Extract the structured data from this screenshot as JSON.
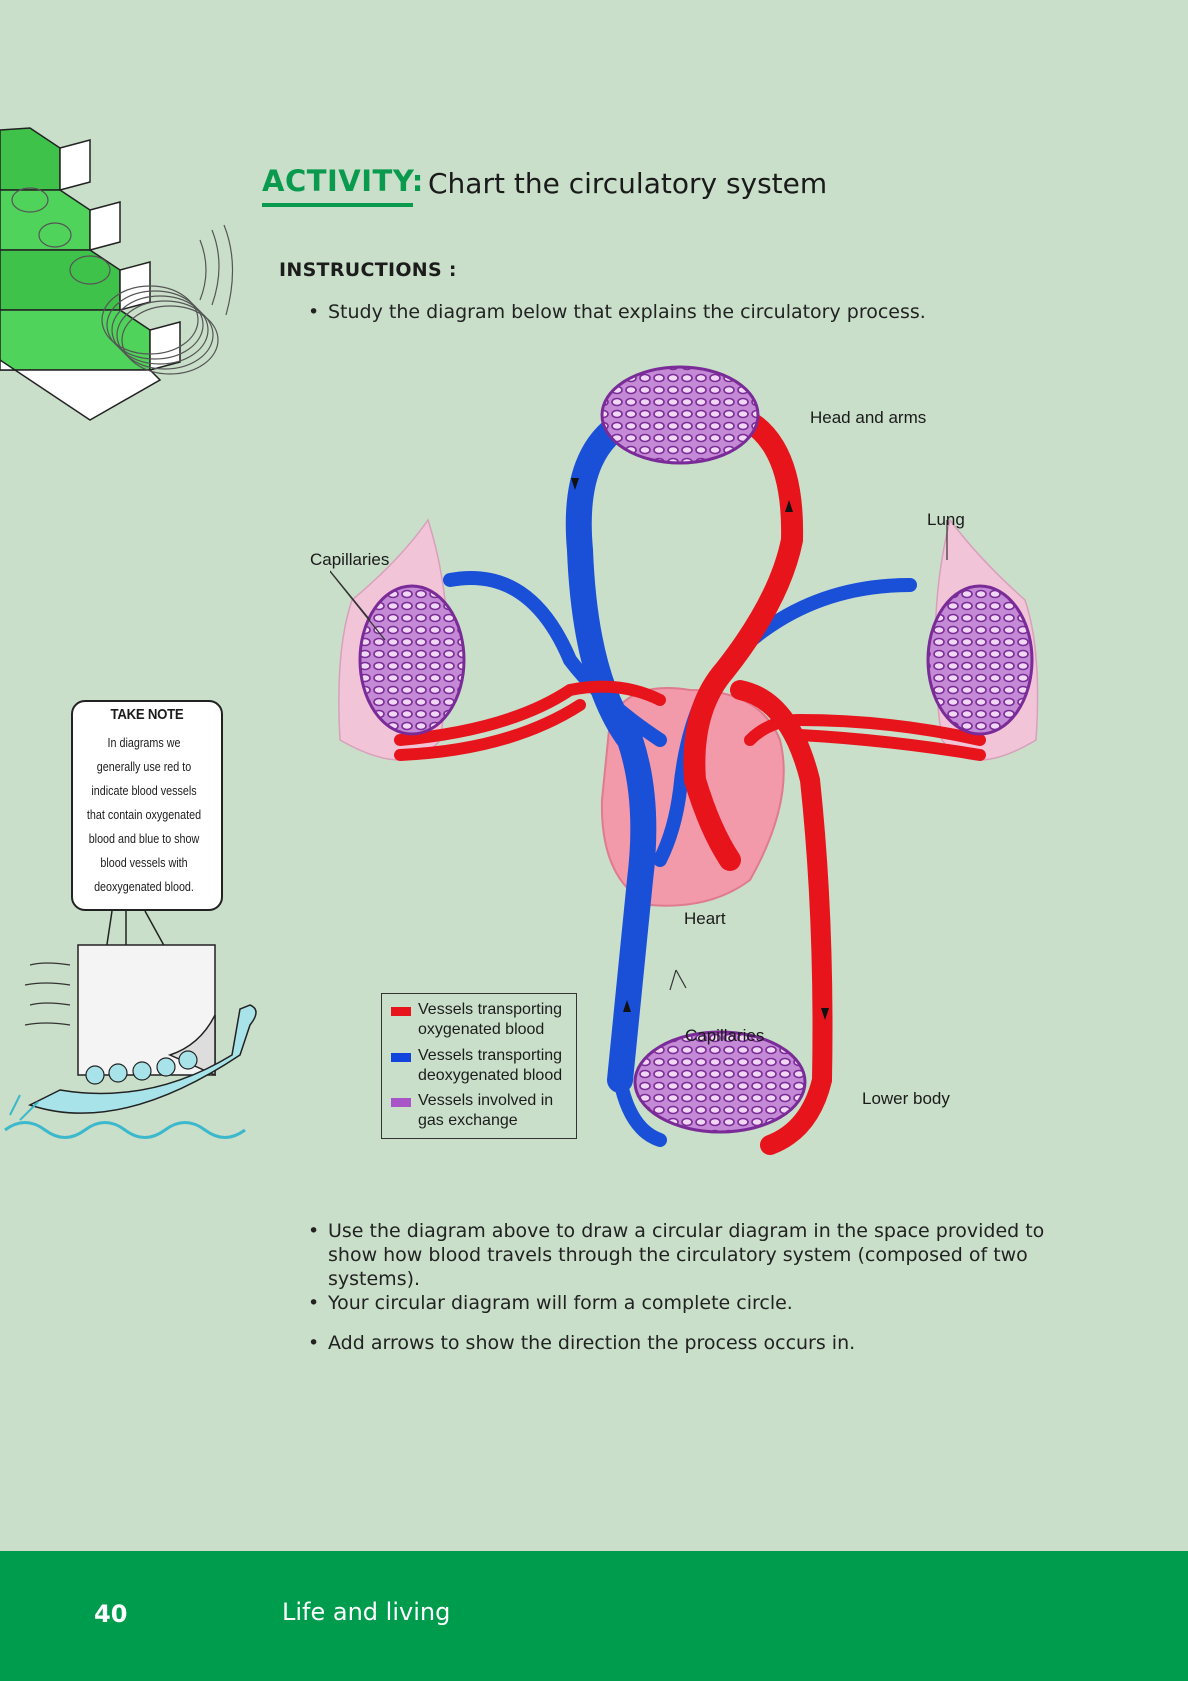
{
  "heading": {
    "activity_label": "ACTIVITY:",
    "title": "Chart the circulatory system"
  },
  "instructions": {
    "heading": "INSTRUCTIONS :",
    "intro_bullet": "Study the diagram below that explains the circulatory process.",
    "bullets": [
      "Use the diagram above to draw a circular diagram in the space provided to",
      "show how blood travels through the circulatory system (composed of two",
      "systems).",
      "Your circular diagram will form a complete circle.",
      "Add arrows to show the direction the process occurs in."
    ]
  },
  "take_note": {
    "title": "TAKE NOTE",
    "lines": [
      "In diagrams we",
      "generally use red to",
      "indicate blood vessels",
      "that contain oxygenated",
      "blood and blue to show",
      "blood vessels with",
      "deoxygenated blood."
    ]
  },
  "diagram": {
    "labels": {
      "head_and_arms": "Head and arms",
      "lung": "Lung",
      "capillaries_top": "Capillaries",
      "heart": "Heart",
      "capillaries_bottom": "Capillaries",
      "lower_body": "Lower body"
    },
    "legend": [
      {
        "color": "#e8141c",
        "line1": "Vessels transporting",
        "line2": "oxygenated blood"
      },
      {
        "color": "#1144dd",
        "line1": "Vessels transporting",
        "line2": "deoxygenated blood"
      },
      {
        "color": "#a855c8",
        "line1": "Vessels involved in",
        "line2": "gas exchange"
      }
    ],
    "colors": {
      "oxygenated": "#e8141c",
      "deoxygenated": "#1a4fd8",
      "capillary": "#9a3fb8",
      "lung": "#f2c4d8",
      "heart": "#f29aaa"
    }
  },
  "footer": {
    "page_number": "40",
    "chapter": "Life and living",
    "color": "#009c4e"
  }
}
